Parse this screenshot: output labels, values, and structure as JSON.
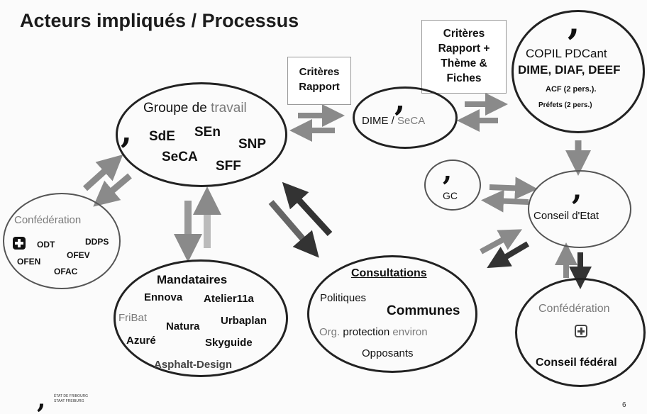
{
  "title": "Acteurs impliqués / Processus",
  "groupe": {
    "title_a": "Groupe de",
    "title_b": "travail",
    "members": [
      "SdE",
      "SEn",
      "SNP",
      "SeCA",
      "SFF"
    ]
  },
  "criteres_rapport": {
    "line1": "Critères",
    "line2": "Rapport"
  },
  "dime_seca": {
    "a": "DIME /",
    "b": "SeCA"
  },
  "criteres_theme": {
    "line1": "Critères",
    "line2": "Rapport +",
    "line3": "Thème &",
    "line4": "Fiches"
  },
  "copil": {
    "line1": "COPIL PDCant",
    "line2": "DIME, DIAF, DEEF",
    "line3": "ACF (2 pers.).",
    "line4": "Préfets (2 pers.)"
  },
  "gc": {
    "label": "GC"
  },
  "conseil_etat": {
    "label": "Conseil d'Etat"
  },
  "confederation_left": {
    "label": "Confédération",
    "members": [
      "ODT",
      "DDPS",
      "OFEV",
      "OFEN",
      "OFAC"
    ]
  },
  "mandataires": {
    "title": "Mandataires",
    "members": [
      "Ennova",
      "Atelier11a",
      "FriBat",
      "Natura",
      "Urbaplan",
      "Azuré",
      "Skyguide",
      "Asphalt-Design"
    ]
  },
  "consultations": {
    "title": "Consultations",
    "politiques": "Politiques",
    "communes": "Communes",
    "org_a": "Org.",
    "org_b": "protection",
    "org_c": "environ",
    "opposants": "Opposants"
  },
  "confederation_right": {
    "label": "Confédération",
    "federal": "Conseil fédéral"
  },
  "footer": {
    "logo_text_1": "ÉTAT DE FRIBOURG",
    "logo_text_2": "STAAT FREIBURG",
    "page_number": "6"
  },
  "icons": [
    "comma-mark-icon",
    "swiss-cross-icon",
    "double-arrow-icon"
  ],
  "colors": {
    "arrow_grey": "#8a8a8a",
    "arrow_dark": "#333333",
    "ink": "#1a1a1a",
    "muted": "#7a7a7a"
  }
}
